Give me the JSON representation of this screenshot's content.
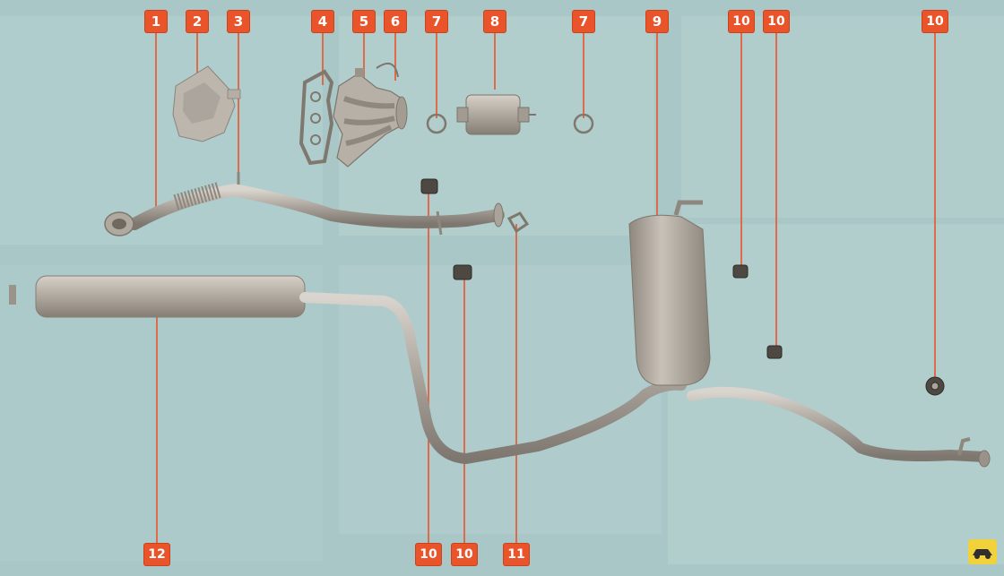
{
  "colors": {
    "background": "#a9c7c7",
    "badge": "#e9542a",
    "badge_text": "#ffffff",
    "leader": "#e9542a",
    "metal": "#b8b2ab"
  },
  "callouts": [
    {
      "id": "c1",
      "label": "1"
    },
    {
      "id": "c2",
      "label": "2"
    },
    {
      "id": "c3",
      "label": "3"
    },
    {
      "id": "c4",
      "label": "4"
    },
    {
      "id": "c5",
      "label": "5"
    },
    {
      "id": "c6",
      "label": "6"
    },
    {
      "id": "c7a",
      "label": "7"
    },
    {
      "id": "c8",
      "label": "8"
    },
    {
      "id": "c7b",
      "label": "7"
    },
    {
      "id": "c9",
      "label": "9"
    },
    {
      "id": "c10a",
      "label": "10"
    },
    {
      "id": "c10b",
      "label": "10"
    },
    {
      "id": "c10c",
      "label": "10"
    },
    {
      "id": "c12",
      "label": "12"
    },
    {
      "id": "c10d",
      "label": "10"
    },
    {
      "id": "c10e",
      "label": "10"
    },
    {
      "id": "c11",
      "label": "11"
    }
  ],
  "logo": {
    "icon": "car-logo-icon"
  }
}
